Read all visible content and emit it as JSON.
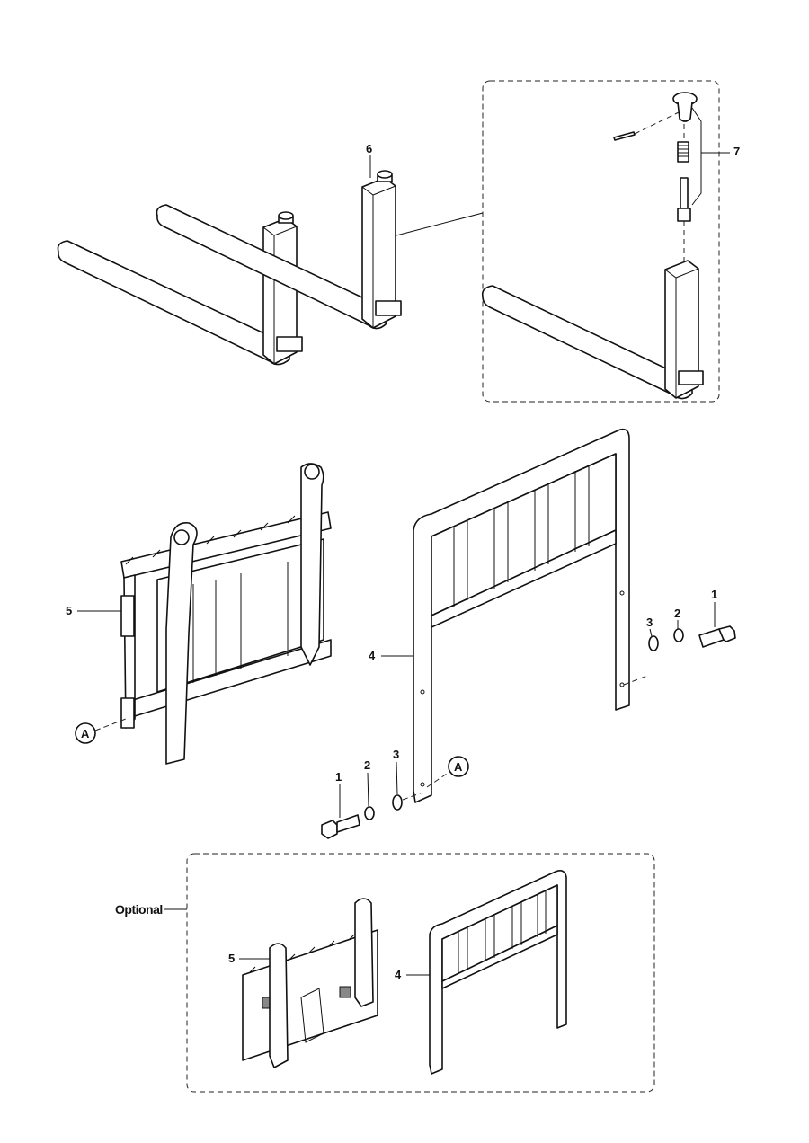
{
  "callouts": {
    "bolt": "1",
    "washer": "2",
    "flat_washer": "3",
    "load_backrest": "4",
    "fork_carriage": "5",
    "fork": "6",
    "fork_lock_pin_kit": "7",
    "reference_a": "A"
  },
  "optional_group": {
    "label": "Optional"
  }
}
